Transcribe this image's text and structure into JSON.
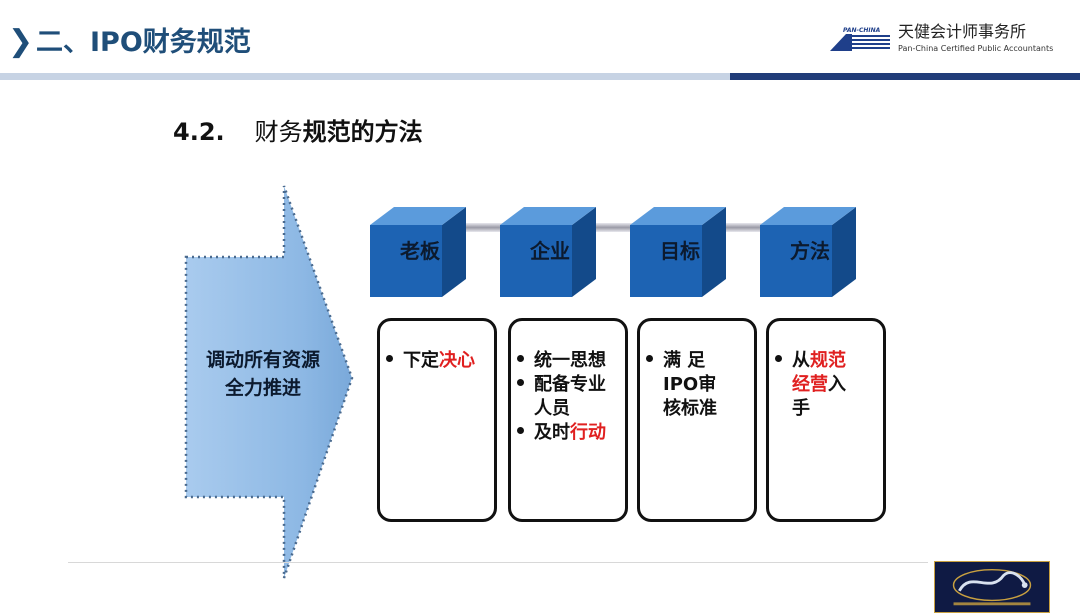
{
  "header": {
    "chevron": "❯",
    "title": "二、IPO财务规范",
    "firm_name_cn": "天健会计师事务所",
    "firm_name_en": "Pan-China  Certified  Public  Accountants",
    "logo_text": "PAN-CHINA"
  },
  "section": {
    "number": "4.2.",
    "title_plain": "财务",
    "title_bold": "规范的方法"
  },
  "arrow": {
    "line1": "调动所有资源",
    "line2": "全力推进"
  },
  "cubes": [
    "老板",
    "企业",
    "目标",
    "方法"
  ],
  "boxes": [
    {
      "lines": [
        {
          "bullet": true,
          "parts": [
            {
              "t": "下定",
              "red": false
            },
            {
              "t": "决心",
              "red": true
            }
          ]
        }
      ]
    },
    {
      "lines": [
        {
          "bullet": true,
          "parts": [
            {
              "t": "统一思想",
              "red": false
            }
          ]
        },
        {
          "bullet": true,
          "parts": [
            {
              "t": "配备专业",
              "red": false
            }
          ]
        },
        {
          "bullet": false,
          "parts": [
            {
              "t": "人员",
              "red": false
            }
          ]
        },
        {
          "bullet": true,
          "parts": [
            {
              "t": "及时",
              "red": false
            },
            {
              "t": "行动",
              "red": true
            }
          ]
        }
      ]
    },
    {
      "lines": [
        {
          "bullet": true,
          "parts": [
            {
              "t": "满 足",
              "red": false
            }
          ]
        },
        {
          "bullet": false,
          "parts": [
            {
              "t": "IPO审",
              "red": false
            }
          ]
        },
        {
          "bullet": false,
          "parts": [
            {
              "t": "核标准",
              "red": false
            }
          ]
        }
      ]
    },
    {
      "lines": [
        {
          "bullet": true,
          "parts": [
            {
              "t": "从",
              "red": false
            },
            {
              "t": "规范",
              "red": true
            }
          ]
        },
        {
          "bullet": false,
          "parts": [
            {
              "t": "经营",
              "red": true
            },
            {
              "t": "入",
              "red": false
            }
          ]
        },
        {
          "bullet": false,
          "parts": [
            {
              "t": "手",
              "red": false
            }
          ]
        }
      ]
    }
  ],
  "colors": {
    "title_blue": "#1f4e79",
    "cube_front": "#1d63b3",
    "accent_red": "#e02020",
    "arrow_fill": "#9fc3e8"
  },
  "badge_icon": "dragon-emblem-icon"
}
